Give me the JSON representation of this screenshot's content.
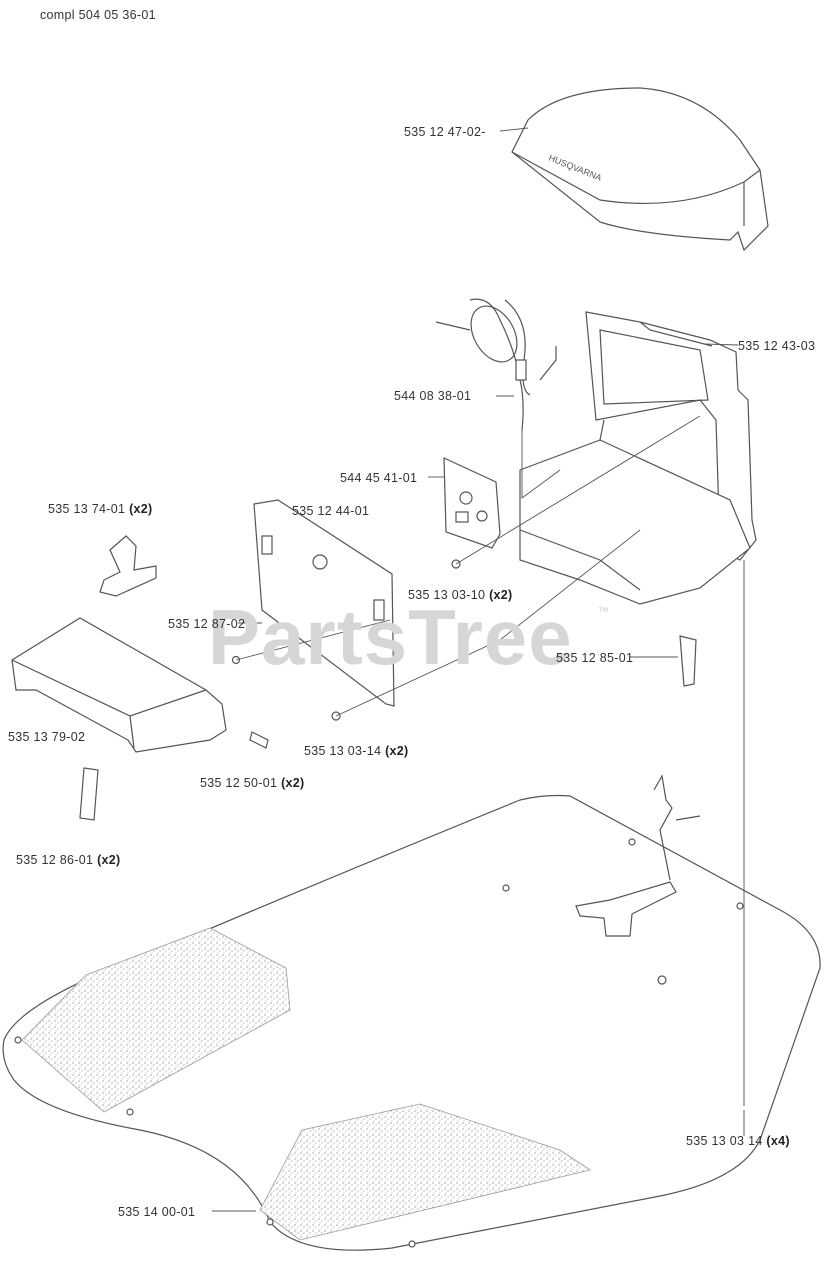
{
  "header": {
    "text": "compl 504 05 36-01"
  },
  "watermark": {
    "text": "PartsTree",
    "trademark": "™"
  },
  "parts": [
    {
      "id": "p1",
      "part": "535 12 47-02",
      "qty": ""
    },
    {
      "id": "p2",
      "part": "535 12 43-03",
      "qty": ""
    },
    {
      "id": "p3",
      "part": "544 08 38-01",
      "qty": ""
    },
    {
      "id": "p4",
      "part": "544 45 41-01",
      "qty": ""
    },
    {
      "id": "p5",
      "part": "535 13 74-01",
      "qty": "(x2)"
    },
    {
      "id": "p6",
      "part": "535 12 44-01",
      "qty": ""
    },
    {
      "id": "p7",
      "part": "535 13 03-10",
      "qty": "(x2)"
    },
    {
      "id": "p8",
      "part": "535 12 87-02",
      "qty": ""
    },
    {
      "id": "p9",
      "part": "535 12 85-01",
      "qty": ""
    },
    {
      "id": "p10",
      "part": "535 13 79-02",
      "qty": ""
    },
    {
      "id": "p11",
      "part": "535 13 03-14",
      "qty": "(x2)"
    },
    {
      "id": "p12",
      "part": "535 12 50-01",
      "qty": "(x2)"
    },
    {
      "id": "p13",
      "part": "535 12 86-01",
      "qty": "(x2)"
    },
    {
      "id": "p14",
      "part": "535 13 03 14",
      "qty": "(x4)"
    },
    {
      "id": "p15",
      "part": "535 14 00-01",
      "qty": ""
    }
  ],
  "colors": {
    "line": "#555555",
    "text": "#333333",
    "watermark": "#d6d6d6",
    "texture": "#b8b8b8"
  }
}
